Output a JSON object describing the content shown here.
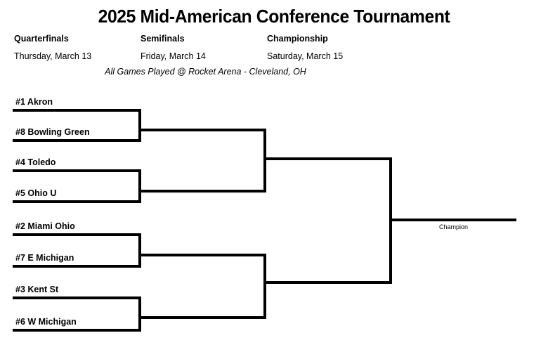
{
  "title": "2025 Mid-American Conference Tournament",
  "rounds": [
    {
      "name": "Quarterfinals",
      "date": "Thursday, March 13"
    },
    {
      "name": "Semifinals",
      "date": "Friday, March 14"
    },
    {
      "name": "Championship",
      "date": "Saturday, March 15"
    }
  ],
  "venue_note": "All Games Played @ Rocket Arena - Cleveland, OH",
  "champion_label": "Champion",
  "teams": [
    {
      "seed": "#1",
      "name": "Akron",
      "label": "#1 Akron"
    },
    {
      "seed": "#8",
      "name": "Bowling Green",
      "label": "#8 Bowling Green"
    },
    {
      "seed": "#4",
      "name": "Toledo",
      "label": "#4 Toledo"
    },
    {
      "seed": "#5",
      "name": "Ohio U",
      "label": "#5 Ohio U"
    },
    {
      "seed": "#2",
      "name": "Miami Ohio",
      "label": "#2 Miami Ohio"
    },
    {
      "seed": "#7",
      "name": "E Michigan",
      "label": "#7 E Michigan"
    },
    {
      "seed": "#3",
      "name": "Kent St",
      "label": "#3 Kent St"
    },
    {
      "seed": "#6",
      "name": "W Michigan",
      "label": "#6 W Michigan"
    }
  ],
  "colors": {
    "line": "#000000",
    "background": "#ffffff",
    "text": "#000000"
  }
}
